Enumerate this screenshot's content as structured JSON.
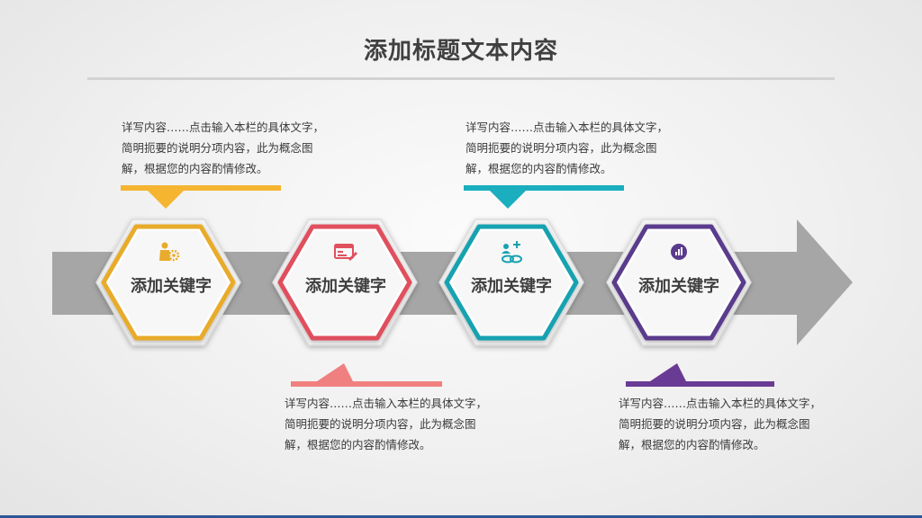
{
  "title": "添加标题文本内容",
  "steps": [
    {
      "label": "添加关键字",
      "color": "#e8ab2c",
      "icon": "person-gear-icon"
    },
    {
      "label": "添加关键字",
      "color": "#e0505d",
      "icon": "browser-edit-icon"
    },
    {
      "label": "添加关键字",
      "color": "#18a2b0",
      "icon": "people-link-icon"
    },
    {
      "label": "添加关键字",
      "color": "#5a3a8c",
      "icon": "chart-circle-icon"
    }
  ],
  "descriptions": [
    {
      "text": "详写内容……点击输入本栏的具体文字，简明扼要的说明分项内容，此为概念图解，根据您的内容酌情修改。",
      "color": "#f5b531"
    },
    {
      "text": "详写内容……点击输入本栏的具体文字，简明扼要的说明分项内容，此为概念图解，根据您的内容酌情修改。",
      "color": "#f08080"
    },
    {
      "text": "详写内容……点击输入本栏的具体文字，简明扼要的说明分项内容，此为概念图解，根据您的内容酌情修改。",
      "color": "#1aaebf"
    },
    {
      "text": "详写内容……点击输入本栏的具体文字，简明扼要的说明分项内容，此为概念图解，根据您的内容酌情修改。",
      "color": "#6a3b94"
    }
  ],
  "arrow_color": "#a6a6a6"
}
